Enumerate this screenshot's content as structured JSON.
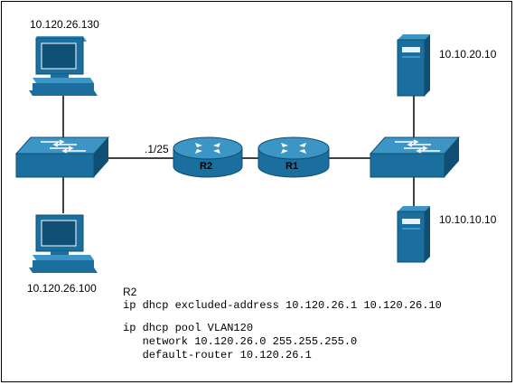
{
  "labels": {
    "pc_top_ip": "10.120.26.130",
    "pc_bottom_ip": "10.120.26.100",
    "server_top_ip": "10.10.20.10",
    "server_bottom_ip": "10.10.10.10",
    "r2_interface": ".1/25",
    "router_r2": "R2",
    "router_r1": "R1"
  },
  "config": {
    "title": "R2",
    "line1": "ip dhcp excluded-address 10.120.26.1 10.120.26.10",
    "line2": "ip dhcp pool VLAN120",
    "line3": "   network 10.120.26.0 255.255.255.0",
    "line4": "   default-router 10.120.26.1"
  },
  "colors": {
    "device_blue": "#1a6f9e",
    "device_dark": "#0f4f73",
    "device_light": "#3c95c4",
    "link": "#000000"
  }
}
